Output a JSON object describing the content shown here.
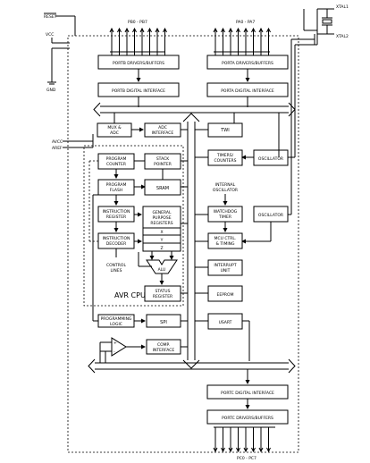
{
  "pins": {
    "reset": "RESET",
    "vcc": "VCC",
    "gnd": "GND",
    "avcc": "AVCC",
    "aref": "AREF",
    "xtal1": "XTAL1",
    "xtal2": "XTAL2",
    "port_b": "PB0 - PB7",
    "port_a": "PA0 - PA7",
    "port_c": "PC0 - PC7"
  },
  "blocks": {
    "portb_drivers": "PORTB DRIVERS/BUFFERS",
    "portb_digital": "PORTB DIGITAL INTERFACE",
    "porta_drivers": "PORTA DRIVERS/BUFFERS",
    "porta_digital": "PORTA DIGITAL INTERFACE",
    "portc_digital": "PORTC DIGITAL INTERFACE",
    "portc_drivers": "PORTC DRIVERS/BUFFERS",
    "mux_adc": [
      "MUX &",
      "ADC"
    ],
    "adc_interface": [
      "ADC",
      "INTERFACE"
    ],
    "twi": "TWI",
    "program_counter": [
      "PROGRAM",
      "COUNTER"
    ],
    "stack_pointer": [
      "STACK",
      "POINTER"
    ],
    "program_flash": [
      "PROGRAM",
      "FLASH"
    ],
    "sram": "SRAM",
    "instruction_register": [
      "INSTRUCTION",
      "REGISTER"
    ],
    "instruction_decoder": [
      "INSTRUCTION",
      "DECODER"
    ],
    "general_purpose_registers": [
      "GENERAL",
      "PURPOSE",
      "REGISTERS"
    ],
    "reg_x": "X",
    "reg_y": "Y",
    "reg_z": "Z",
    "control_lines": [
      "CONTROL",
      "LINES"
    ],
    "alu": "ALU",
    "status_register": [
      "STATUS",
      "REGISTER"
    ],
    "avr_cpu": "AVR CPU",
    "programming_logic": [
      "PROGRAMMING",
      "LOGIC"
    ],
    "spi": "SPI",
    "timers_counters": [
      "TIMERS/",
      "COUNTERS"
    ],
    "oscillator_1": "OSCILLATOR",
    "internal_oscillator": [
      "INTERNAL",
      "OSCILLATOR"
    ],
    "watchdog_timer": [
      "WATCHDOG",
      "TIMER"
    ],
    "oscillator_2": "OSCILLATOR",
    "mcu_ctrl_timing": [
      "MCU CTRL.",
      "& TIMING"
    ],
    "interrupt_unit": [
      "INTERRUPT",
      "UNIT"
    ],
    "eeprom": "EEPROM",
    "usart": "USART",
    "comp_interface": [
      "COMP.",
      "INTERFACE"
    ],
    "comparator_plus": "+",
    "comparator_minus": "-"
  }
}
